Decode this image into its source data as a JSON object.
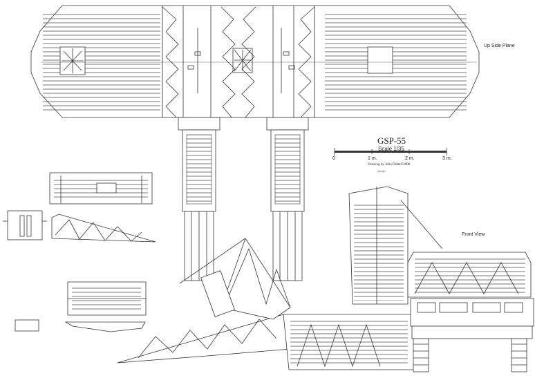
{
  "title": "GSP-55",
  "scale_label": "Scale 1/35",
  "scale_ticks": [
    "0",
    "1 m.",
    "2 m.",
    "3 m."
  ],
  "credit": "Drawing by Julio Pollet©2008",
  "email": "julio@...",
  "views": {
    "top": "Up Side Plane",
    "front": "Front View"
  }
}
